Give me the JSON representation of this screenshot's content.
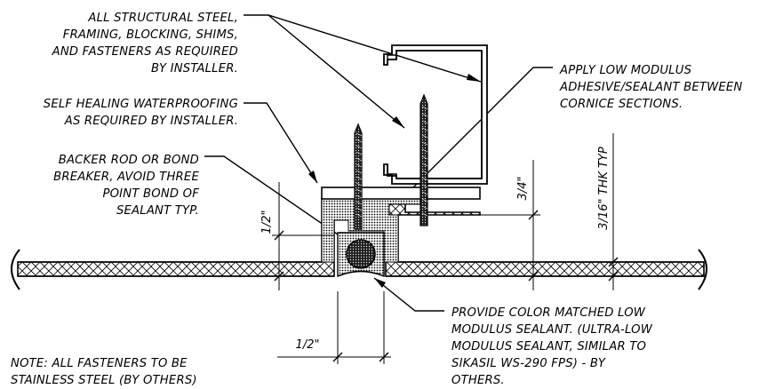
{
  "notes": {
    "steel": [
      "ALL STRUCTURAL STEEL,",
      "FRAMING, BLOCKING, SHIMS,",
      "AND FASTENERS AS REQUIRED",
      "BY INSTALLER."
    ],
    "waterproofing": [
      "SELF HEALING WATERPROOFING",
      "AS REQUIRED BY INSTALLER."
    ],
    "backer_rod": [
      "BACKER ROD OR BOND",
      "BREAKER, AVOID THREE",
      "POINT BOND OF",
      "SEALANT TYP."
    ],
    "adhesive": [
      "APPLY LOW MODULUS",
      "ADHESIVE/SEALANT BETWEEN",
      "CORNICE SECTIONS."
    ],
    "color_sealant": [
      "PROVIDE COLOR MATCHED LOW",
      "MODULUS SEALANT. (ULTRA-LOW",
      "MODULUS SEALANT, SIMILAR TO",
      "SIKASIL WS-290 FPS) - BY",
      "OTHERS."
    ],
    "fasteners": [
      "NOTE: ALL FASTENERS TO BE",
      "STAINLESS STEEL (BY OTHERS)"
    ]
  },
  "dimensions": {
    "left_vertical": "1/2\"",
    "bottom_horizontal": "1/2\"",
    "mid_vertical": "3/4\"",
    "right_vertical": "3/16\" THK TYP"
  }
}
